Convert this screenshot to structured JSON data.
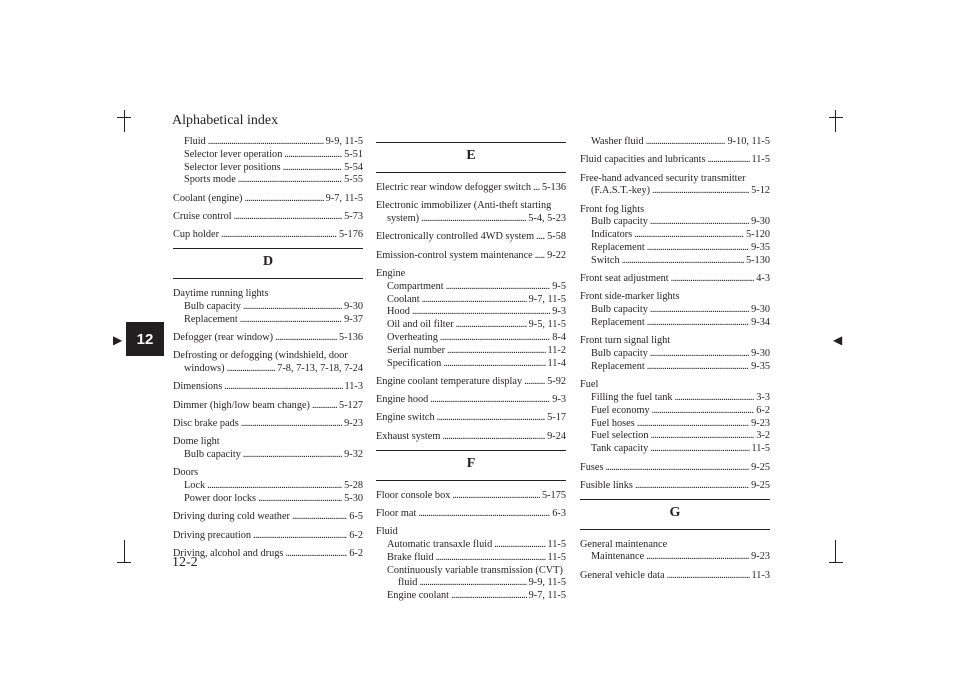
{
  "header": {
    "title": "Alphabetical index"
  },
  "footer": {
    "page_number": "12-2"
  },
  "chapter_tab": {
    "number": "12"
  },
  "icons": {
    "crop_marks": "crop-mark-icon",
    "registration": "registration-mark-icon"
  },
  "columns": [
    {
      "blocks": [
        {
          "kind": "entries",
          "entries": [
            {
              "label": "Fluid",
              "page": "9-9, 11-5",
              "indent": true
            },
            {
              "label": "Selector lever operation",
              "page": "5-51",
              "indent": true
            },
            {
              "label": "Selector lever positions",
              "page": "5-54",
              "indent": true
            },
            {
              "label": "Sports mode",
              "page": "5-55",
              "indent": true
            },
            {
              "label": "Coolant (engine)",
              "page": "9-7, 11-5"
            },
            {
              "label": "Cruise control",
              "page": "5-73"
            },
            {
              "label": "Cup holder",
              "page": "5-176"
            }
          ]
        },
        {
          "kind": "letter",
          "letter": "D"
        },
        {
          "kind": "entries",
          "entries": [
            {
              "head": "Daytime running lights",
              "subs": [
                {
                  "label": "Bulb capacity",
                  "page": "9-30"
                },
                {
                  "label": "Replacement",
                  "page": "9-37"
                }
              ]
            },
            {
              "label": "Defogger (rear window)",
              "page": "5-136"
            },
            {
              "head": "Defrosting or defogging (windshield, door",
              "cont": {
                "label": "windows)",
                "page": "7-8, 7-13, 7-18, 7-24"
              }
            },
            {
              "label": "Dimensions",
              "page": "11-3"
            },
            {
              "label": "Dimmer (high/low beam change)",
              "page": "5-127"
            },
            {
              "label": "Disc brake pads",
              "page": "9-23"
            },
            {
              "head": "Dome light",
              "subs": [
                {
                  "label": "Bulb capacity",
                  "page": "9-32"
                }
              ]
            },
            {
              "head": "Doors",
              "subs": [
                {
                  "label": "Lock",
                  "page": "5-28"
                },
                {
                  "label": "Power door locks",
                  "page": "5-30"
                }
              ]
            },
            {
              "label": "Driving during cold weather",
              "page": "6-5"
            },
            {
              "label": "Driving precaution",
              "page": "6-2"
            },
            {
              "label": "Driving, alcohol and drugs",
              "page": "6-2"
            }
          ]
        }
      ]
    },
    {
      "blocks": [
        {
          "kind": "letter",
          "letter": "E"
        },
        {
          "kind": "entries",
          "entries": [
            {
              "label": "Electric rear window defogger switch",
              "page": "5-136"
            },
            {
              "head": "Electronic immobilizer (Anti-theft starting",
              "cont": {
                "label": "system)",
                "page": "5-4, 5-23"
              }
            },
            {
              "label": "Electronically controlled 4WD system",
              "page": "5-58"
            },
            {
              "label": "Emission-control system maintenance",
              "page": "9-22"
            },
            {
              "head": "Engine",
              "subs": [
                {
                  "label": "Compartment",
                  "page": "9-5"
                },
                {
                  "label": "Coolant",
                  "page": "9-7, 11-5"
                },
                {
                  "label": "Hood",
                  "page": "9-3"
                },
                {
                  "label": "Oil and oil filter",
                  "page": "9-5, 11-5"
                },
                {
                  "label": "Overheating",
                  "page": "8-4"
                },
                {
                  "label": "Serial number",
                  "page": "11-2"
                },
                {
                  "label": "Specification",
                  "page": "11-4"
                }
              ]
            },
            {
              "label": "Engine coolant temperature display",
              "page": "5-92"
            },
            {
              "label": "Engine hood",
              "page": "9-3"
            },
            {
              "label": "Engine switch",
              "page": "5-17"
            },
            {
              "label": "Exhaust system",
              "page": "9-24"
            }
          ]
        },
        {
          "kind": "letter",
          "letter": "F"
        },
        {
          "kind": "entries",
          "entries": [
            {
              "label": "Floor console box",
              "page": "5-175"
            },
            {
              "label": "Floor mat",
              "page": "6-3"
            },
            {
              "head": "Fluid",
              "subs": [
                {
                  "label": "Automatic transaxle fluid",
                  "page": "11-5"
                },
                {
                  "label": "Brake fluid",
                  "page": "11-5"
                },
                {
                  "head": "Continuously variable transmission (CVT)",
                  "cont": {
                    "label": "fluid",
                    "page": "9-9, 11-5"
                  }
                },
                {
                  "label": "Engine coolant",
                  "page": "9-7, 11-5"
                }
              ]
            }
          ]
        }
      ]
    },
    {
      "blocks": [
        {
          "kind": "entries",
          "entries": [
            {
              "label": "Washer fluid",
              "page": "9-10, 11-5",
              "indent": true
            },
            {
              "label": "Fluid capacities and lubricants",
              "page": "11-5"
            },
            {
              "head": "Free-hand advanced security transmitter",
              "cont": {
                "label": "(F.A.S.T.-key)",
                "page": "5-12"
              }
            },
            {
              "head": "Front fog lights",
              "subs": [
                {
                  "label": "Bulb capacity",
                  "page": "9-30"
                },
                {
                  "label": "Indicators",
                  "page": "5-120"
                },
                {
                  "label": "Replacement",
                  "page": "9-35"
                },
                {
                  "label": "Switch",
                  "page": "5-130"
                }
              ]
            },
            {
              "label": "Front seat adjustment",
              "page": "4-3"
            },
            {
              "head": "Front side-marker lights",
              "subs": [
                {
                  "label": "Bulb capacity",
                  "page": "9-30"
                },
                {
                  "label": "Replacement",
                  "page": "9-34"
                }
              ]
            },
            {
              "head": "Front turn signal light",
              "subs": [
                {
                  "label": "Bulb capacity",
                  "page": "9-30"
                },
                {
                  "label": "Replacement",
                  "page": "9-35"
                }
              ]
            },
            {
              "head": "Fuel",
              "subs": [
                {
                  "label": "Filling the fuel tank",
                  "page": "3-3"
                },
                {
                  "label": "Fuel economy",
                  "page": "6-2"
                },
                {
                  "label": "Fuel hoses",
                  "page": "9-23"
                },
                {
                  "label": "Fuel selection",
                  "page": "3-2"
                },
                {
                  "label": "Tank capacity",
                  "page": "11-5"
                }
              ]
            },
            {
              "label": "Fuses",
              "page": "9-25"
            },
            {
              "label": "Fusible links",
              "page": "9-25"
            }
          ]
        },
        {
          "kind": "letter",
          "letter": "G"
        },
        {
          "kind": "entries",
          "entries": [
            {
              "head": "General maintenance",
              "subs": [
                {
                  "label": "Maintenance",
                  "page": "9-23"
                }
              ]
            },
            {
              "label": "General vehicle data",
              "page": "11-3"
            }
          ]
        }
      ]
    }
  ]
}
